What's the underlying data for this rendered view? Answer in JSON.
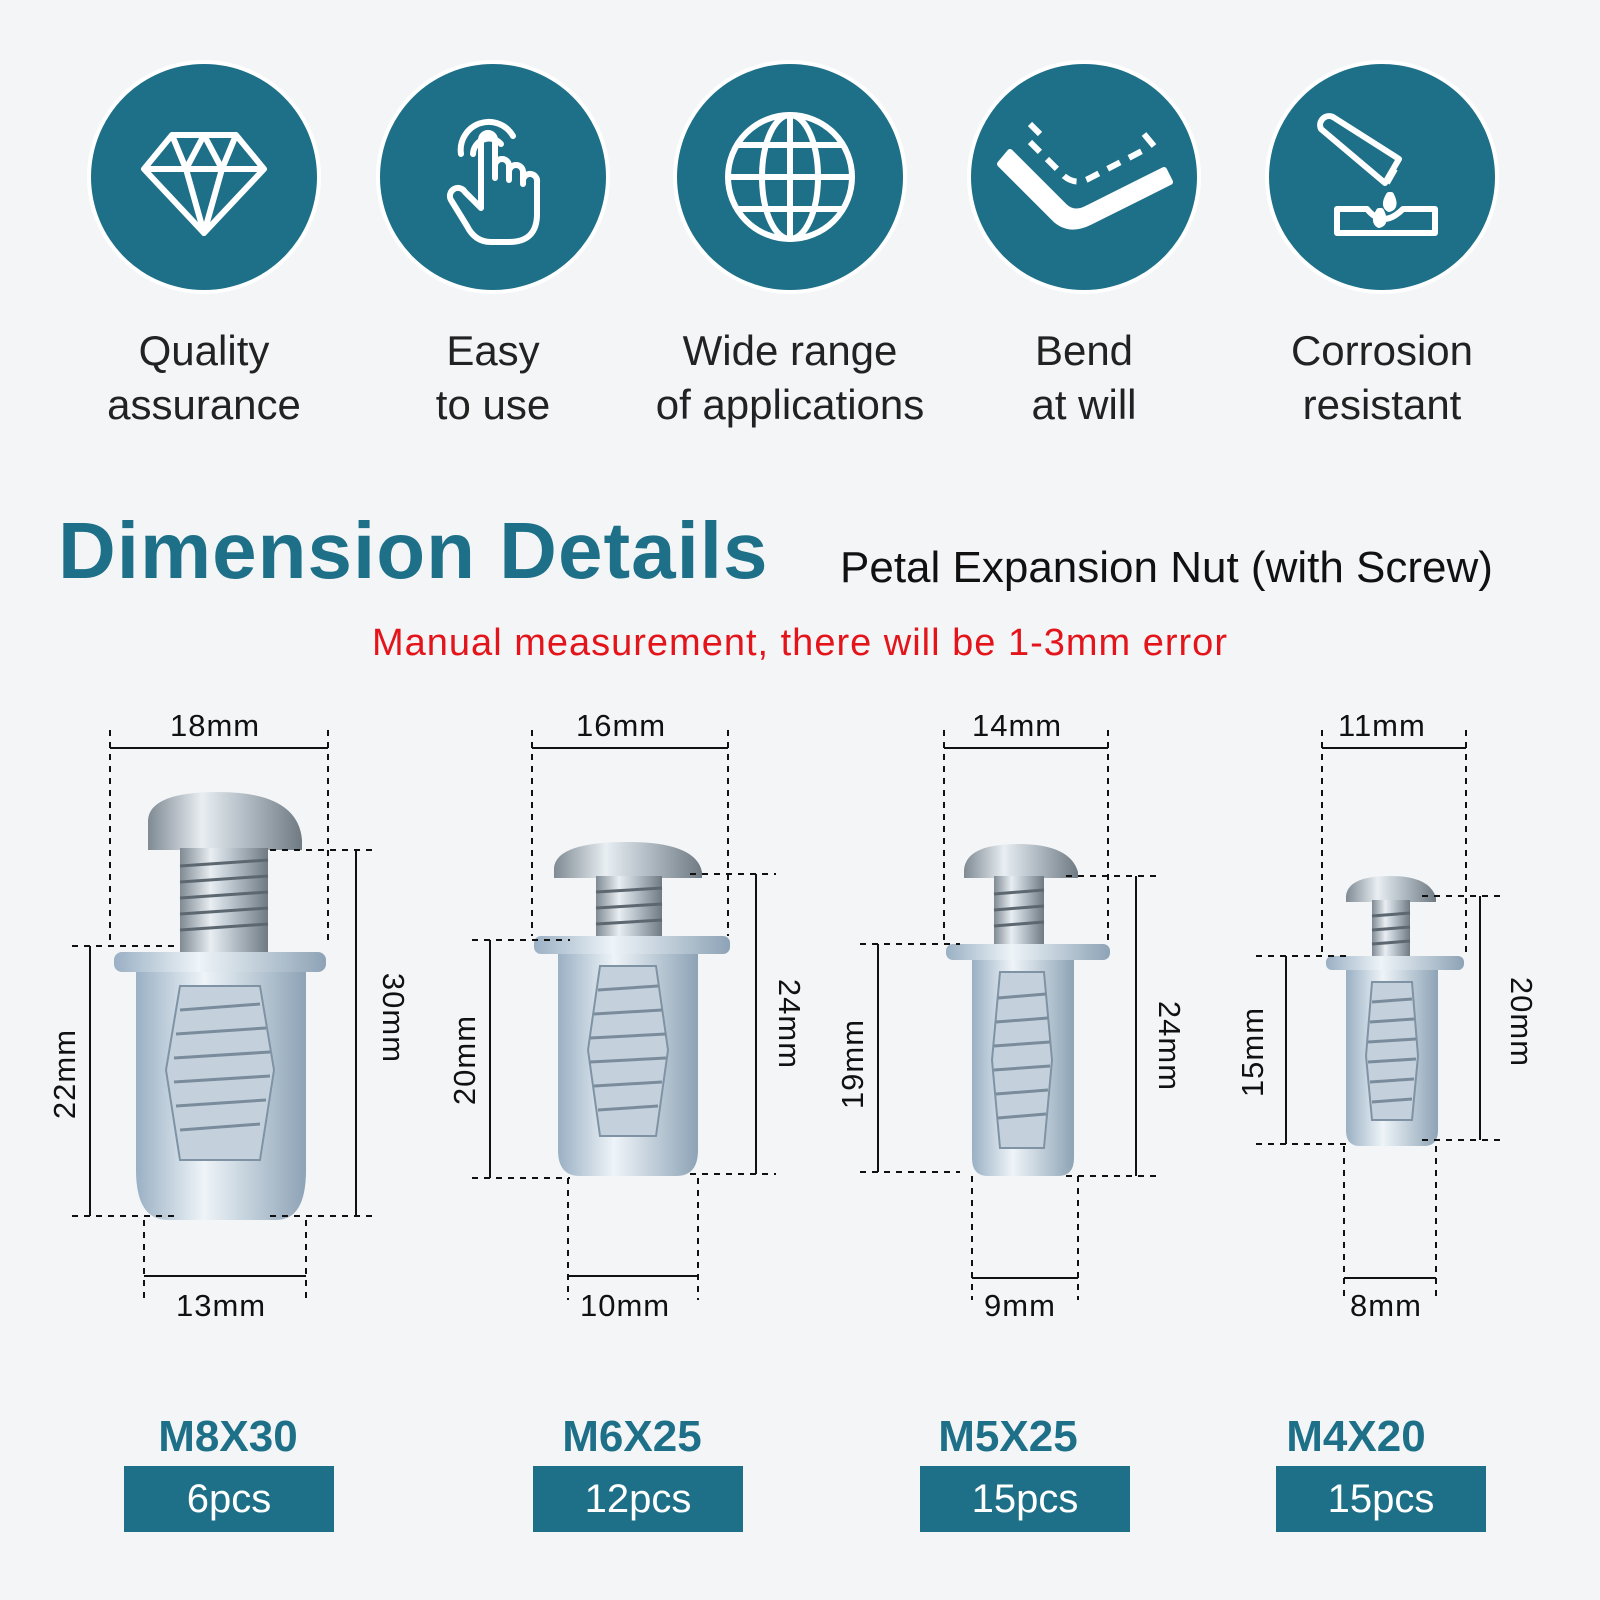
{
  "features": [
    {
      "icon": "diamond-icon",
      "line1": "Quality",
      "line2": "assurance"
    },
    {
      "icon": "tap-hand-icon",
      "line1": "Easy",
      "line2": "to use"
    },
    {
      "icon": "globe-icon",
      "line1": "Wide range",
      "line2": "of applications"
    },
    {
      "icon": "bend-icon",
      "line1": "Bend",
      "line2": "at will"
    },
    {
      "icon": "corrosion-icon",
      "line1": "Corrosion",
      "line2": "resistant"
    }
  ],
  "title": "Dimension Details",
  "subtitle": "Petal Expansion Nut (with Screw)",
  "note": "Manual measurement, there will be 1-3mm error",
  "colors": {
    "accent": "#1e7088",
    "warning": "#e4141b"
  },
  "specs": [
    {
      "model": "M8X30",
      "qty": "6pcs",
      "top": "18mm",
      "bottom": "13mm",
      "left": "22mm",
      "right": "30mm"
    },
    {
      "model": "M6X25",
      "qty": "12pcs",
      "top": "16mm",
      "bottom": "10mm",
      "left": "20mm",
      "right": "24mm"
    },
    {
      "model": "M5X25",
      "qty": "15pcs",
      "top": "14mm",
      "bottom": "9mm",
      "left": "19mm",
      "right": "24mm"
    },
    {
      "model": "M4X20",
      "qty": "15pcs",
      "top": "11mm",
      "bottom": "8mm",
      "left": "15mm",
      "right": "20mm"
    }
  ]
}
